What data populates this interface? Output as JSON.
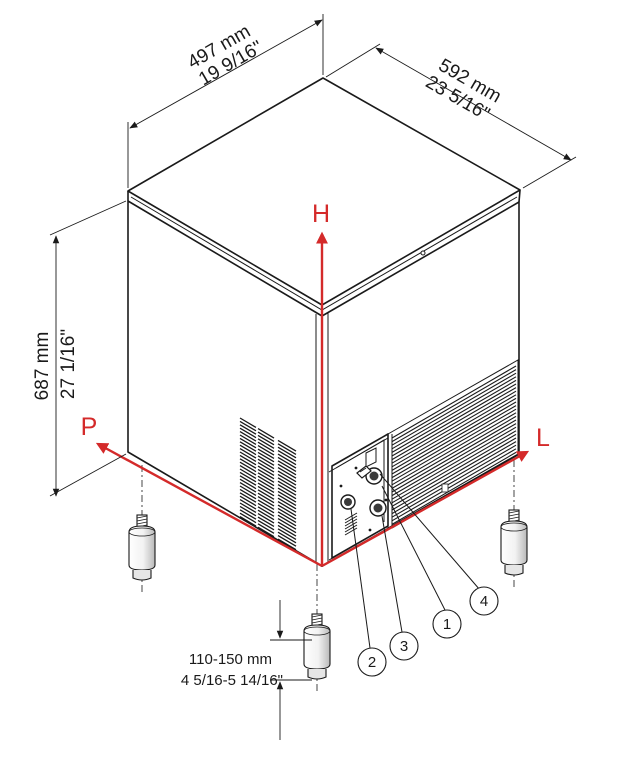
{
  "dimensions": {
    "width": {
      "metric": "497 mm",
      "imperial": "19 9/16\""
    },
    "depth": {
      "metric": "592 mm",
      "imperial": "23 5/16\""
    },
    "height": {
      "metric": "687 mm",
      "imperial": "27 1/16\""
    },
    "feet": {
      "metric": "110-150 mm",
      "imperial": "4 5/16-5 14/16\""
    }
  },
  "axes": {
    "height": "H",
    "left": "P",
    "right": "L"
  },
  "callouts": [
    "1",
    "2",
    "3",
    "4"
  ],
  "colors": {
    "axis": "#d42a2a",
    "line": "#1a1a1a",
    "background": "#ffffff"
  }
}
